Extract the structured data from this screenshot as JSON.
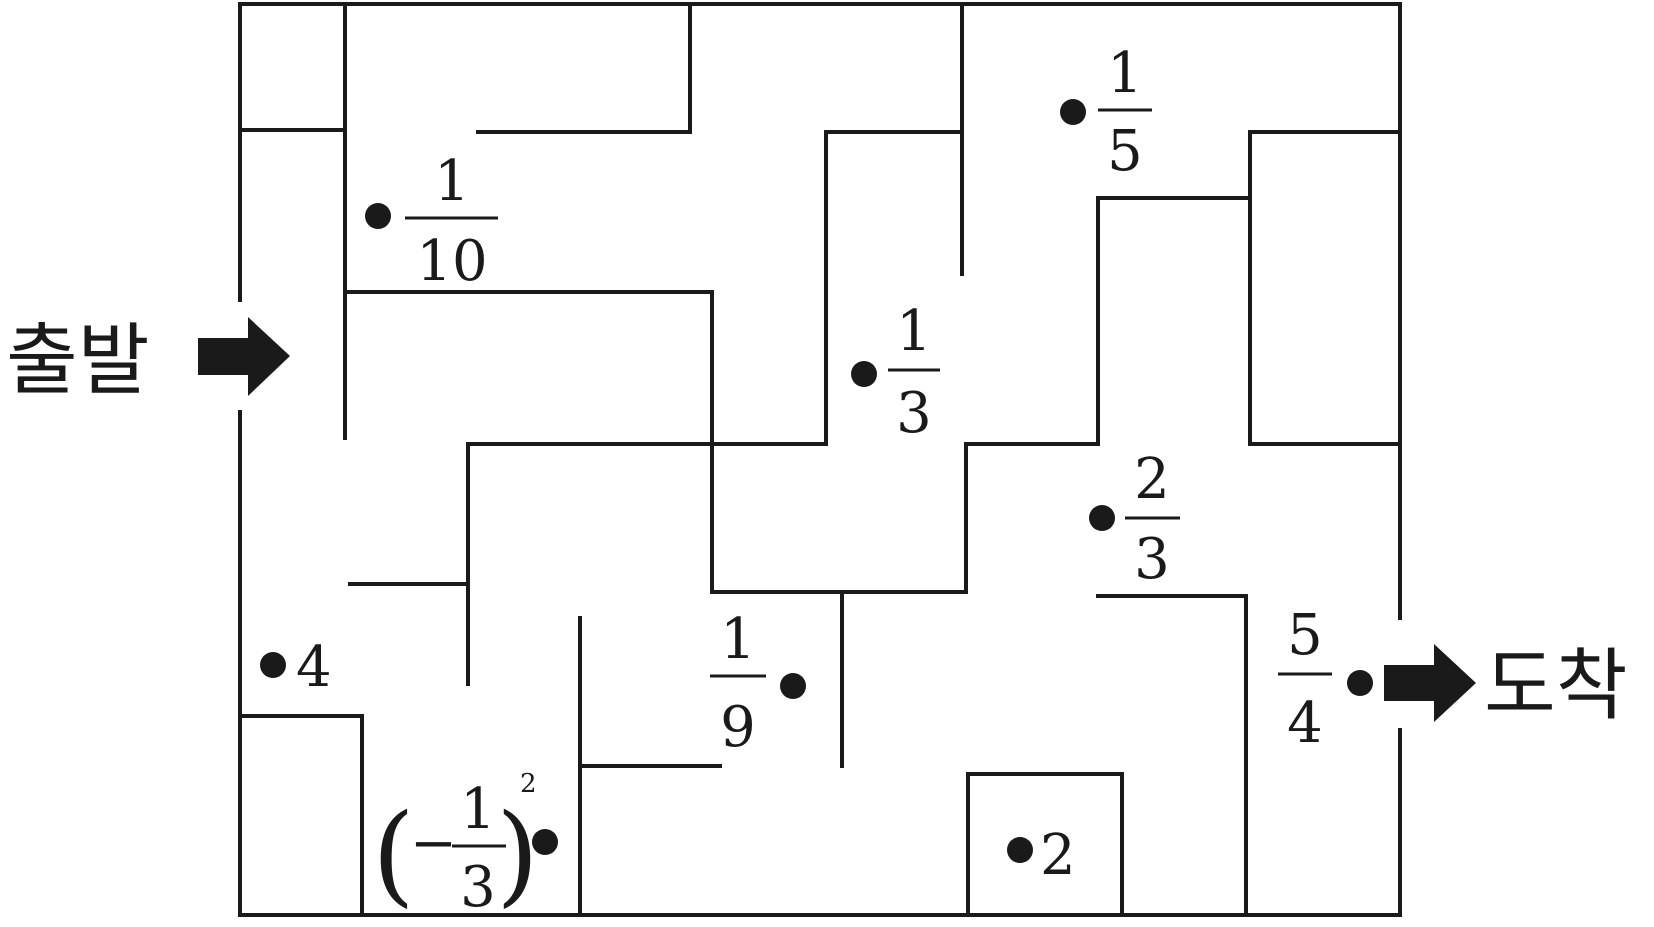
{
  "labels": {
    "start": "출발",
    "finish": "도착"
  },
  "values": {
    "one_tenth": {
      "num": "1",
      "den": "10"
    },
    "one_fifth": {
      "num": "1",
      "den": "5"
    },
    "one_third": {
      "num": "1",
      "den": "3"
    },
    "two_thirds": {
      "num": "2",
      "den": "3"
    },
    "four": "4",
    "one_ninth": {
      "num": "1",
      "den": "9"
    },
    "neg_third_sq": {
      "minus": "−",
      "num": "1",
      "den": "3",
      "exp": "2"
    },
    "two": "2",
    "five_fourths": {
      "num": "5",
      "den": "4"
    }
  },
  "colors": {
    "ink": "#1a1a1a",
    "background": "#ffffff"
  }
}
